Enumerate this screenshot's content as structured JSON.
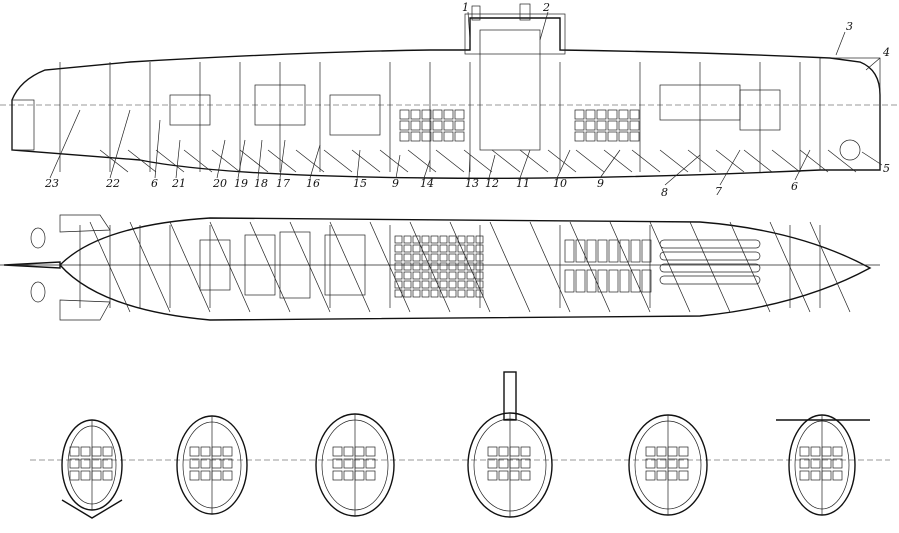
{
  "figure": {
    "callouts_side_view": [
      {
        "label": "1"
      },
      {
        "label": "2"
      },
      {
        "label": "3"
      },
      {
        "label": "4"
      },
      {
        "label": "5"
      },
      {
        "label": "6"
      },
      {
        "label": "7"
      },
      {
        "label": "8"
      },
      {
        "label": "9"
      },
      {
        "label": "10"
      },
      {
        "label": "11"
      },
      {
        "label": "12"
      },
      {
        "label": "13"
      },
      {
        "label": "14"
      },
      {
        "label": "9"
      },
      {
        "label": "15"
      },
      {
        "label": "16"
      },
      {
        "label": "17"
      },
      {
        "label": "18"
      },
      {
        "label": "19"
      },
      {
        "label": "20"
      },
      {
        "label": "21"
      },
      {
        "label": "6"
      },
      {
        "label": "22"
      },
      {
        "label": "23"
      }
    ],
    "cross_section_count": 6
  }
}
